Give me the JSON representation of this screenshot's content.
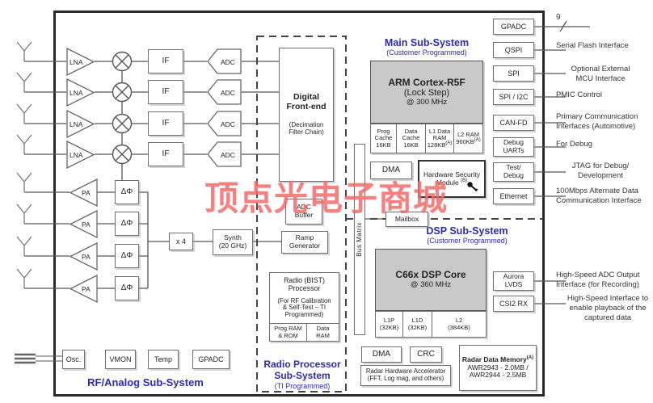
{
  "watermark": {
    "text": "顶点光电子商城",
    "color": "#f36a6a"
  },
  "colors": {
    "accent_blue": "#2b2bb4",
    "box_border": "#6e6e6e",
    "chip_border": "#2a2a2a",
    "gray_fill": "#c9c9c9"
  },
  "rf": {
    "label": "RF/Analog Sub-System",
    "lna": "LNA",
    "pa": "PA",
    "if": "IF",
    "adc": "ADC",
    "phase": "ΔΦ",
    "mult": "x 4",
    "synth_l1": "Synth",
    "synth_l2": "(20 GHz)",
    "osc": "Osc.",
    "vmon": "VMON",
    "temp": "Temp",
    "gpadc": "GPADC"
  },
  "radio": {
    "title_l1": "Radio Processor",
    "title_l2": "Sub-System",
    "subtitle": "(TI Programmed)",
    "dfe_l1": "Digital",
    "dfe_l2": "Front-end",
    "dfe_l3": "(Decimation",
    "dfe_l4": "Filter Chain)",
    "adcbuf_l1": "ADC",
    "adcbuf_l2": "Buffer",
    "ramp_l1": "Ramp",
    "ramp_l2": "Generator",
    "bist_l1": "Radio (BIST)",
    "bist_l2": "Processor",
    "bist_l3": "(For RF Calibration",
    "bist_l4": "& Self-Test  – TI",
    "bist_l5": "Programmed)",
    "bist_c1l1": "Prog RAM",
    "bist_c1l2": "& ROM",
    "bist_c2l1": "Data",
    "bist_c2l2": "RAM"
  },
  "main": {
    "title": "Main Sub-System",
    "subtitle": "(Customer Programmed)",
    "arm_l1": "ARM Cortex-R5F",
    "arm_l2": "(Lock Step)",
    "arm_l3": "@ 300 MHz",
    "mem": [
      {
        "l1": "Prog",
        "l2": "Cache",
        "l3": "16KB"
      },
      {
        "l1": "Data",
        "l2": "Cache",
        "l3": "16KB"
      },
      {
        "l1": "L1 Data",
        "l2": "RAM",
        "l3": "128KB",
        "sup": "(A)"
      },
      {
        "l1": "L2 RAM",
        "l2": "960KB",
        "sup": "(A)"
      }
    ],
    "dma": "DMA",
    "hsm_l1": "Hardware Security",
    "hsm_l2": "Module",
    "hsm_sup": "(B)",
    "mailbox": "Mailbox",
    "bus_matrix": "Bus Matrix"
  },
  "dsp": {
    "title": "DSP Sub-System",
    "subtitle": "(Customer Programmed)",
    "core_l1": "C66x DSP Core",
    "core_l2": "@ 360 MHz",
    "mem": [
      {
        "l1": "L1P",
        "l2": "(32KB)"
      },
      {
        "l1": "L1D",
        "l2": "(32KB)"
      },
      {
        "l1": "L2",
        "l2": "(384KB)"
      }
    ],
    "dma": "DMA",
    "crc": "CRC",
    "hwa_l1": "Radar Hardware Accelerator",
    "hwa_l2": "(FFT, Log mag, and others)",
    "rmem_l1": "Radar Data Memory",
    "rmem_sup": "(A)",
    "rmem_l2": "AWR2943 - 2.0MB /",
    "rmem_l3": "AWR2944 - 2.5MB"
  },
  "interfaces": {
    "bus_width": "9",
    "items": [
      {
        "label_l1": "GPADC"
      },
      {
        "label_l1": "QSPI",
        "desc": [
          "Serial Flash Interface"
        ]
      },
      {
        "label_l1": "SPI",
        "desc": [
          "Optional External",
          "MCU Interface"
        ]
      },
      {
        "label_l1": "SPI / I2C",
        "desc": [
          "PMIC Control"
        ]
      },
      {
        "label_l1": "CAN-FD",
        "desc": [
          "Primary Communication",
          "Interfaces (Automotive)"
        ]
      },
      {
        "label_l1": "Debug",
        "label_l2": "UARTs",
        "desc": [
          "For Debug"
        ]
      },
      {
        "label_l1": "Test/",
        "label_l2": "Debug",
        "desc": [
          "JTAG for Debug/",
          "Development"
        ]
      },
      {
        "label_l1": "Ethernet",
        "desc": [
          "100Mbps Alternate Data",
          "Communication Interface"
        ]
      },
      {
        "label_l1": "Aurora",
        "label_l2": "LVDS",
        "desc": [
          "High-Speed ADC Output",
          "Interface (for Recording)"
        ]
      },
      {
        "label_l1": "CSI2 RX",
        "desc": [
          "High-Speed Interface to",
          "enable playback of the",
          "captured data"
        ]
      }
    ]
  }
}
